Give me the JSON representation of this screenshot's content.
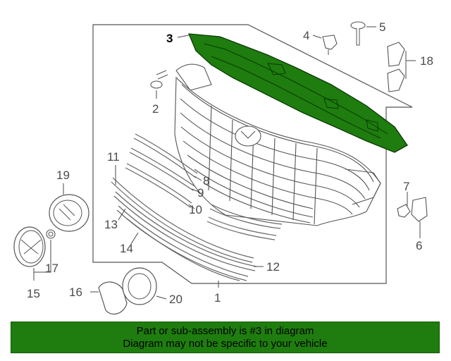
{
  "diagram": {
    "highlight_color": "#1e7d0e",
    "highlighted_part": "3",
    "callouts": {
      "c1": "1",
      "c2": "2",
      "c3": "3",
      "c4": "4",
      "c5": "5",
      "c6": "6",
      "c7": "7",
      "c8": "8",
      "c9": "9",
      "c10": "10",
      "c11": "11",
      "c12": "12",
      "c13": "13",
      "c14": "14",
      "c15": "15",
      "c16": "16",
      "c17": "17",
      "c18": "18",
      "c19": "19",
      "c20": "20"
    }
  },
  "banner": {
    "line1": "Part or sub-assembly is #3 in diagram",
    "line2": "Diagram may not be specific to your vehicle",
    "background": "#1e7d0e"
  }
}
